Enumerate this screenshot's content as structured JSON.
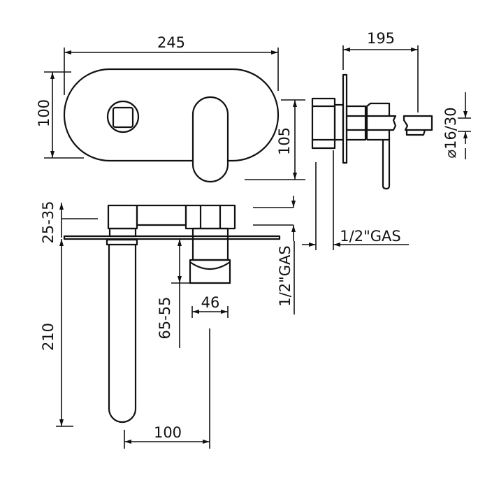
{
  "dimensions": {
    "front_width": "245",
    "front_height": "100",
    "lever_height": "105",
    "side_depth": "195",
    "outlet_diameter": "⌀16/30",
    "inlet_side": "1/2\"GAS",
    "inlet_bottom": "1/2\"GAS",
    "wall_range": "25-35",
    "spout_height": "210",
    "body_depth": "65-55",
    "knob_width": "46",
    "spout_offset": "100"
  }
}
